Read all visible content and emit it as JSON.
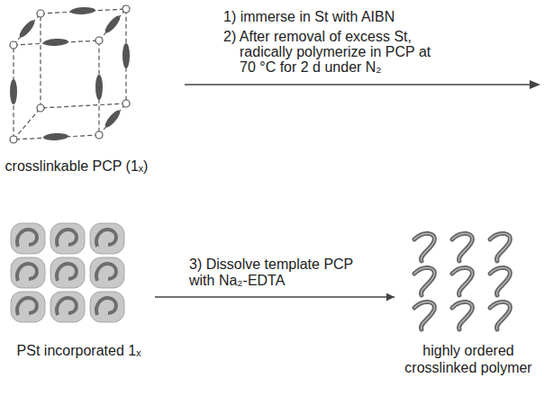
{
  "diagram": {
    "nodes": [
      {
        "text": [
          "crosslinkable PCP (1ₓ)"
        ]
      },
      {
        "text": [
          "PSt incorporated 1ₓ"
        ]
      },
      {
        "text": [
          "highly ordered crosslinked polymer"
        ]
      }
    ],
    "edges": [
      {
        "from": 1,
        "to": 2,
        "arrow": "to",
        "label": "3) Dissolve template PCP with Na₂-EDTA"
      }
    ],
    "labels": [
      "1) immerse in St with AIBN",
      "2) After removal of excess St, radically polymerize in PCP at 70 °C for 2 d under N₂"
    ]
  }
}
